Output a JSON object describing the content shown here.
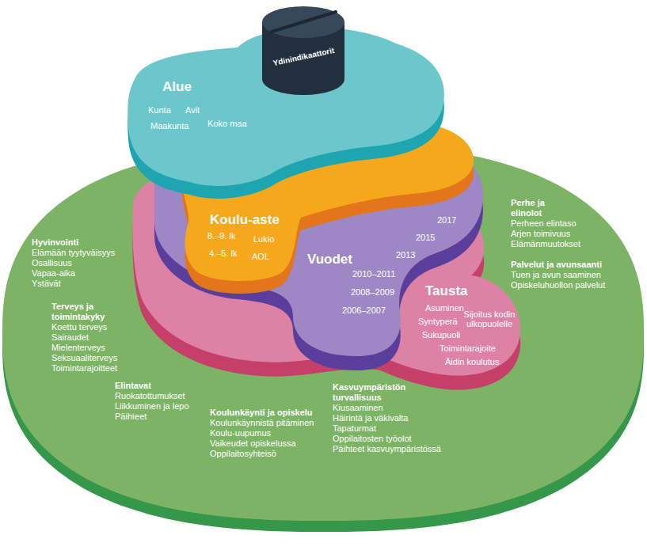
{
  "diagram": {
    "nodes": [
      {
        "text": [
          "Ydinindikaattorit"
        ]
      },
      {
        "text": [
          "Alue",
          "Kunta",
          "Avit",
          "Maakunta",
          "Koko maa"
        ]
      },
      {
        "text": [
          "Koulu-aste",
          "8.–9. lk",
          "Lukio",
          "4.–5. lk",
          "AOL"
        ]
      },
      {
        "text": [
          "Vuodet",
          "2017",
          "2015",
          "2013",
          "2010–2011",
          "2008–2009",
          "2006–2007"
        ]
      },
      {
        "text": [
          "Tausta",
          "Asuminen",
          "Syntyperä",
          "Sijoitus kodin ulkopuolelle",
          "Sukupuoli",
          "Toimintarajoite",
          "Äidin koulutus"
        ]
      },
      {
        "text": [
          "Hyvinvointi",
          "Elämään tyytyväisyys",
          "Osallisuus",
          "Vapaa-aika",
          "Ystävät",
          "Terveys ja toimintakyky",
          "Koettu terveys",
          "Sairaudet",
          "Mielenterveys",
          "Seksuaaliterveys",
          "Toimintarajoitteet",
          "Elintavat",
          "Ruokatottumukset",
          "Liikkuminen ja lepo",
          "Päihteet",
          "Koulunkäynti ja opiskelu",
          "Koulunkäynnistä pitäminen",
          "Koulu-uupumus",
          "Vaikeudet opiskelussa",
          "Oppilaitosyhteisö",
          "Kasvuympäristön turvallisuus",
          "Kiusaaminen",
          "Häirintä ja väkivalta",
          "Tapaturmat",
          "Oppilaitosten työolot",
          "Päihteet kasvuympäristössä",
          "Perhe ja elinolot",
          "Perheen elintaso",
          "Arjen toimivuus",
          "Elämänmuutokset",
          "Palvelut ja avunsaanti",
          "Tuen ja avun saaminen",
          "Opiskeluhuollon palvelut"
        ]
      }
    ]
  }
}
